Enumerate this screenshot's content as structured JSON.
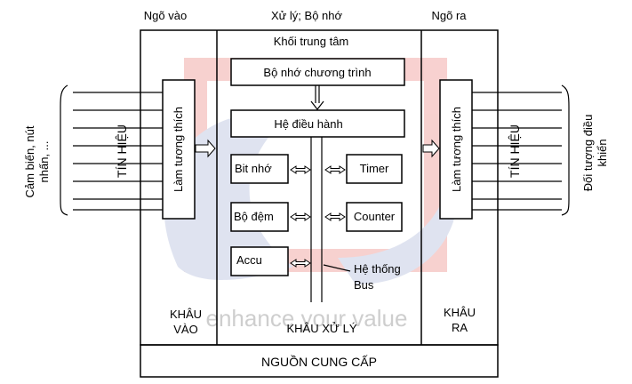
{
  "header": {
    "input": "Ngõ vào",
    "process": "Xử lý; Bộ nhớ",
    "output": "Ngõ ra"
  },
  "left": {
    "devices": [
      "Cảm biến, nút",
      "nhấn, ..."
    ],
    "signal": "TÍN HIỆU",
    "adapter": "Làm tương thích",
    "stage": [
      "KHÂU",
      "VÀO"
    ]
  },
  "center": {
    "title": "Khối trung tâm",
    "program_memory": "Bộ nhớ chương trình",
    "os": "Hệ điều hành",
    "bit_memory": "Bit nhớ",
    "timer": "Timer",
    "buffer": "Bộ đệm",
    "counter": "Counter",
    "accu": "Accu",
    "bus": [
      "Hệ thống",
      "Bus"
    ],
    "stage": "KHÂU XỬ LÝ"
  },
  "right": {
    "adapter": "Làm tương thích",
    "signal": "TÍN HIỆU",
    "targets": [
      "Đối tượng điều",
      "khiển"
    ],
    "stage": [
      "KHÂU",
      "RA"
    ]
  },
  "power": "NGUỒN CUNG CẤP",
  "watermark": "enhance your value",
  "colors": {
    "watermark_red": "#ef9a96",
    "watermark_blue": "#b9c3de"
  }
}
